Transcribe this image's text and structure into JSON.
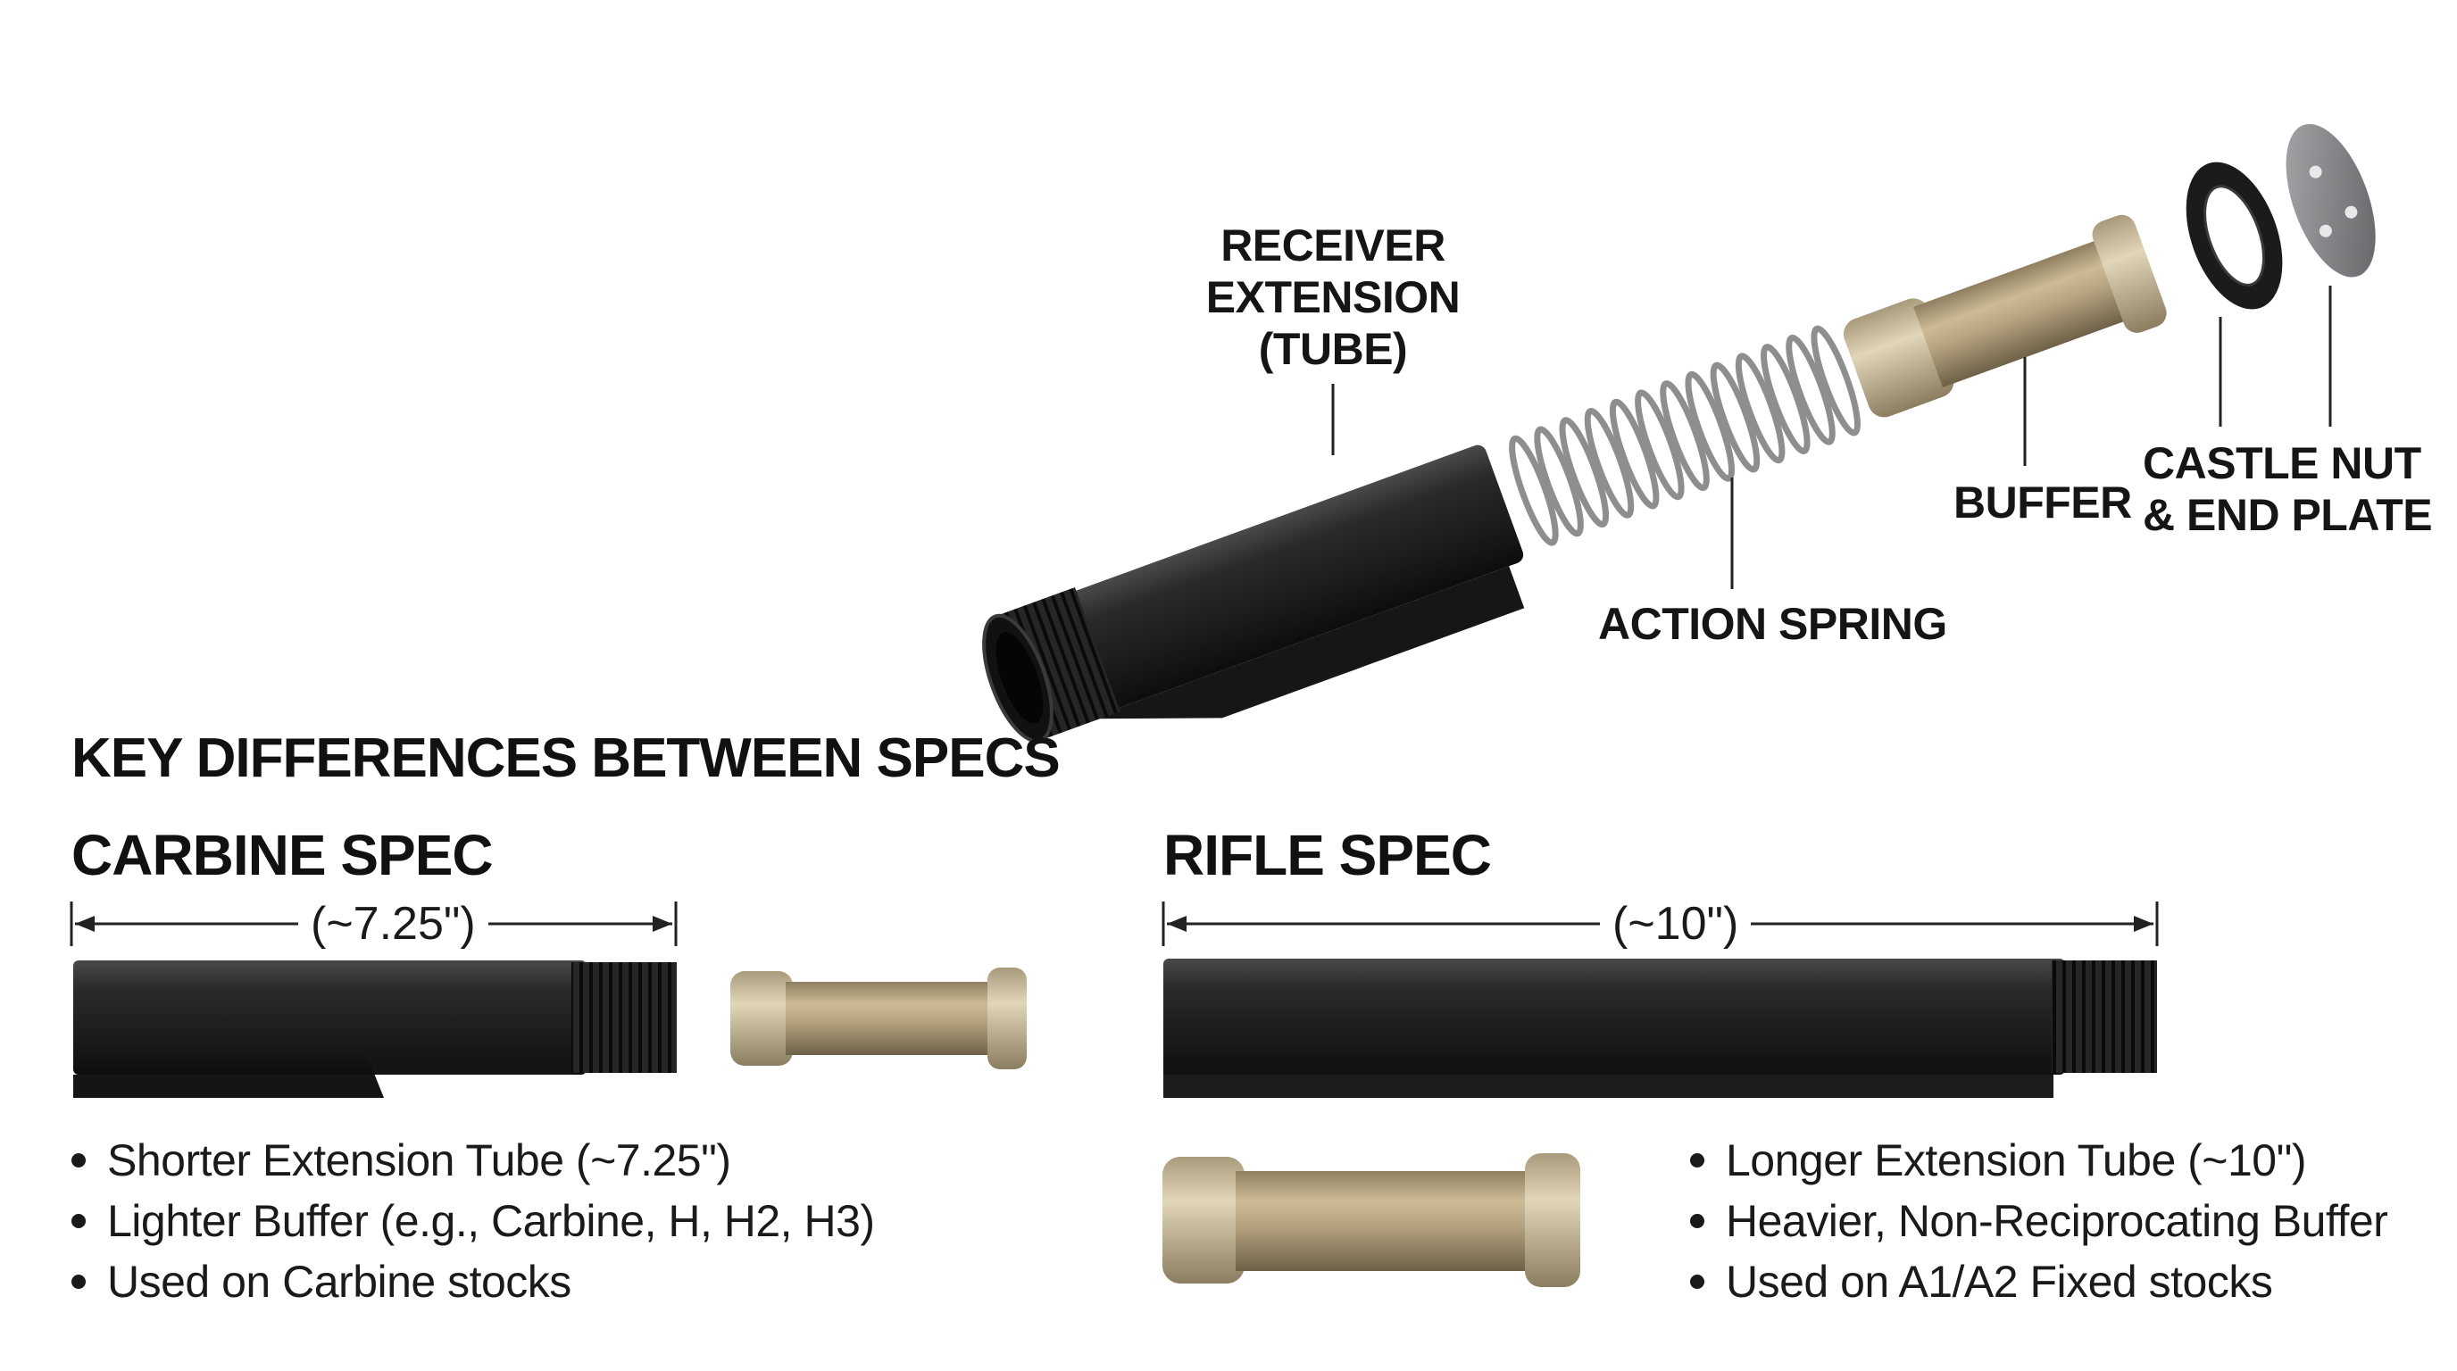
{
  "exploded_view": {
    "labels": {
      "receiver_extension": [
        "RECEIVER",
        "EXTENSION",
        "(TUBE)"
      ],
      "action_spring": "ACTION SPRING",
      "buffer": "BUFFER",
      "castle_nut": [
        "CASTLE NUT",
        "& END PLATE"
      ]
    }
  },
  "comparison": {
    "heading": "KEY DIFFERENCES BETWEEN SPECS",
    "carbine": {
      "title": "CARBINE SPEC",
      "dimension": "(~7.25\")",
      "bullets": [
        "Shorter Extension Tube (~7.25\")",
        "Lighter Buffer (e.g., Carbine, H, H2, H3)",
        "Used on Carbine stocks"
      ]
    },
    "rifle": {
      "title": "RIFLE SPEC",
      "dimension": "(~10\")",
      "bullets": [
        "Longer Extension Tube (~10\")",
        "Heavier, Non-Reciprocating Buffer",
        "Used on A1/A2 Fixed stocks"
      ]
    }
  },
  "colors": {
    "tube_black": "#1f1f1f",
    "buffer_bronze": "#b5a27f",
    "spring_steel": "#9a9a9a",
    "end_plate_gray": "#7d7f82"
  }
}
